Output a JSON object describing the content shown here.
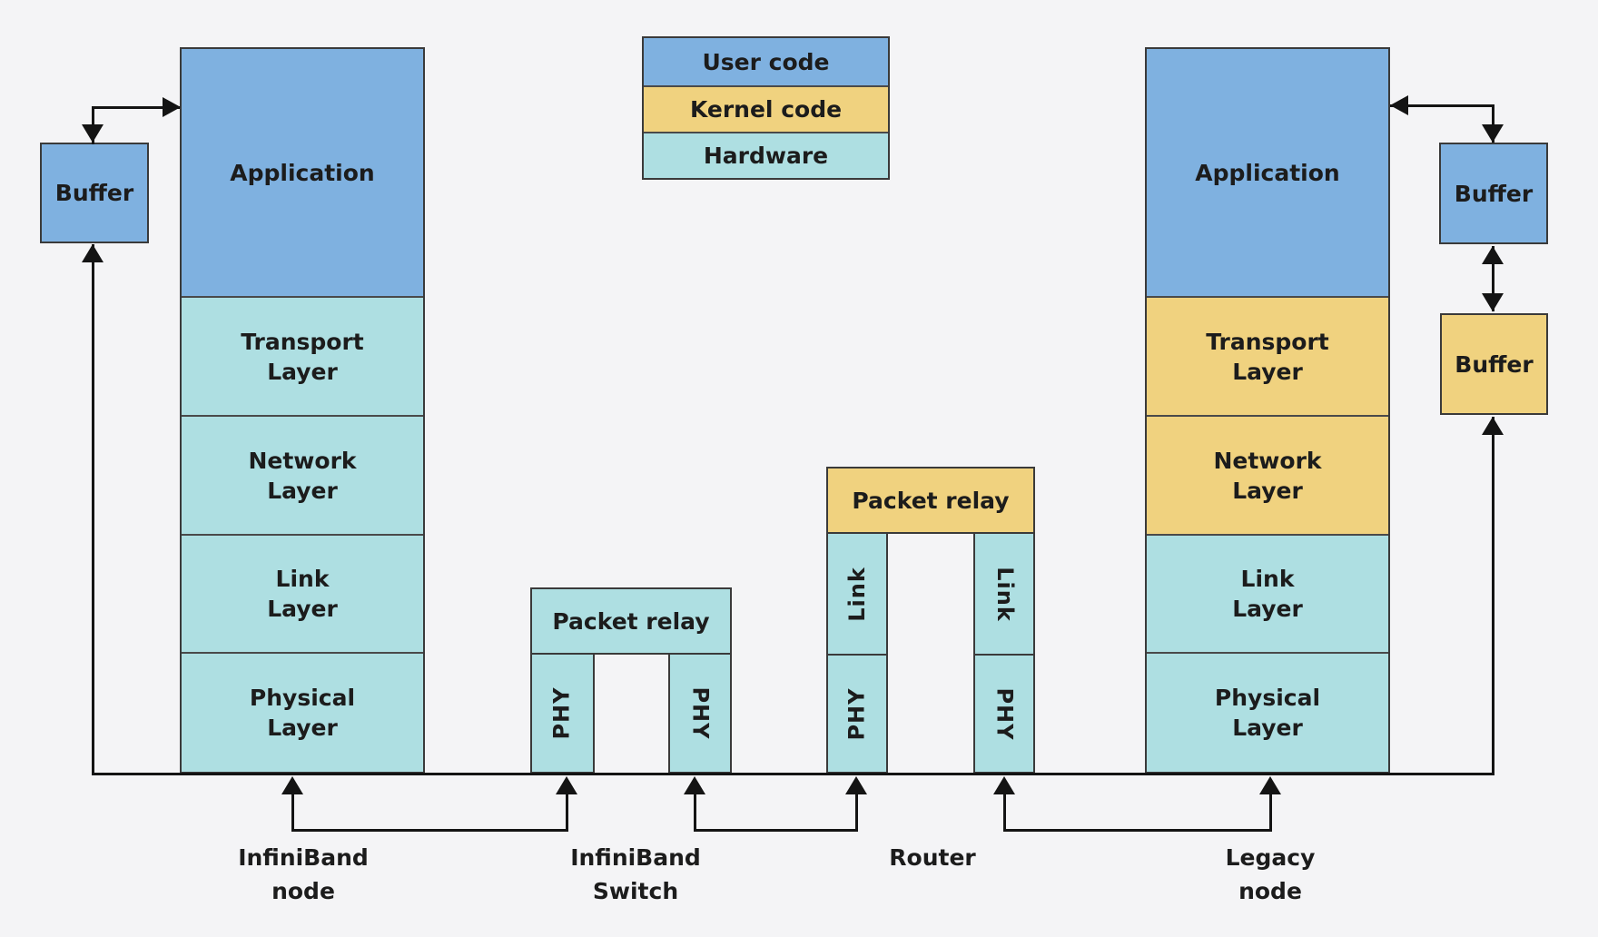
{
  "colors": {
    "user_code_blue": "#7fb1e0",
    "kernel_code_yellow": "#f0d27f",
    "hardware_cyan": "#aedfe2",
    "background": "#f4f4f6",
    "line_black": "#141414",
    "border_gray": "#3a3a3a",
    "text_dark": "#1c1c1c"
  },
  "legend": {
    "items": [
      {
        "label": "User code"
      },
      {
        "label": "Kernel code"
      },
      {
        "label": "Hardware"
      }
    ]
  },
  "infiniband_node": {
    "buffer": {
      "label": "Buffer"
    },
    "stack": {
      "application": {
        "lines": [
          "Application"
        ]
      },
      "transport": {
        "lines": [
          "Transport",
          "Layer"
        ]
      },
      "network": {
        "lines": [
          "Network",
          "Layer"
        ]
      },
      "link": {
        "lines": [
          "Link",
          "Layer"
        ]
      },
      "physical": {
        "lines": [
          "Physical",
          "Layer"
        ]
      }
    },
    "caption": {
      "lines": [
        "InfiniBand",
        "node"
      ]
    }
  },
  "infiniband_switch": {
    "relay": {
      "label": "Packet relay"
    },
    "phy_left": {
      "label": "PHY"
    },
    "phy_right": {
      "label": "PHY"
    },
    "caption": {
      "lines": [
        "InfiniBand",
        "Switch"
      ]
    }
  },
  "router": {
    "relay": {
      "label": "Packet relay"
    },
    "link_left": {
      "label": "Link"
    },
    "phy_left": {
      "label": "PHY"
    },
    "link_right": {
      "label": "Link"
    },
    "phy_right": {
      "label": "PHY"
    },
    "caption": {
      "lines": [
        "Router"
      ]
    }
  },
  "legacy_node": {
    "buffer_user": {
      "label": "Buffer"
    },
    "buffer_kernel": {
      "label": "Buffer"
    },
    "stack": {
      "application": {
        "lines": [
          "Application"
        ]
      },
      "transport": {
        "lines": [
          "Transport",
          "Layer"
        ]
      },
      "network": {
        "lines": [
          "Network",
          "Layer"
        ]
      },
      "link": {
        "lines": [
          "Link",
          "Layer"
        ]
      },
      "physical": {
        "lines": [
          "Physical",
          "Layer"
        ]
      }
    },
    "caption": {
      "lines": [
        "Legacy",
        "node"
      ]
    }
  }
}
